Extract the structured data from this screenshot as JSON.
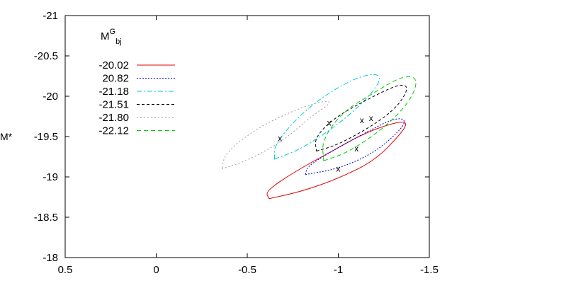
{
  "chart_data": {
    "type": "scatter",
    "title": "",
    "xlabel": "",
    "ylabel": "M*",
    "xlim": [
      0.5,
      -1.5
    ],
    "ylim": [
      -18,
      -21
    ],
    "x_ticks": [
      "0.5",
      "0",
      "-0.5",
      "-1",
      "-1.5"
    ],
    "x_tick_values": [
      0.5,
      0,
      -0.5,
      -1,
      -1.5
    ],
    "y_ticks": [
      "-18",
      "-18.5",
      "-19",
      "-19.5",
      "-20",
      "-20.5",
      "-21"
    ],
    "y_tick_values": [
      -18,
      -18.5,
      -19,
      -19.5,
      -20,
      -20.5,
      -21
    ],
    "grid": false,
    "legend_title": {
      "main": "M",
      "sup": "G",
      "sub": "bj"
    },
    "legend_position": "top-left",
    "series": [
      {
        "name": "-20.02",
        "color": "#e00000",
        "dash": "solid",
        "center": {
          "x": -1.1,
          "y": -19.35
        },
        "contour": [
          [
            -0.62,
            -18.73
          ],
          [
            -0.8,
            -18.82
          ],
          [
            -1.0,
            -18.98
          ],
          [
            -1.2,
            -19.2
          ],
          [
            -1.35,
            -19.55
          ],
          [
            -1.38,
            -19.68
          ],
          [
            -1.32,
            -19.68
          ],
          [
            -1.15,
            -19.55
          ],
          [
            -0.95,
            -19.3
          ],
          [
            -0.75,
            -19.05
          ],
          [
            -0.6,
            -18.82
          ],
          [
            -0.62,
            -18.73
          ]
        ]
      },
      {
        "name": "20.82",
        "color": "#0000e0",
        "dash": "2,2",
        "center": {
          "x": -1.0,
          "y": -19.1
        },
        "contour": [
          [
            -0.82,
            -19.03
          ],
          [
            -1.0,
            -19.1
          ],
          [
            -1.2,
            -19.3
          ],
          [
            -1.35,
            -19.6
          ],
          [
            -1.37,
            -19.72
          ],
          [
            -1.3,
            -19.72
          ],
          [
            -1.15,
            -19.55
          ],
          [
            -0.95,
            -19.3
          ],
          [
            -0.83,
            -19.13
          ],
          [
            -0.82,
            -19.03
          ]
        ]
      },
      {
        "name": "-21.18",
        "color": "#00c8d2",
        "dash": "7,3,2,3",
        "center": {
          "x": -0.68,
          "y": -19.48
        },
        "contour": [
          [
            -0.65,
            -19.22
          ],
          [
            -0.8,
            -19.35
          ],
          [
            -1.0,
            -19.65
          ],
          [
            -1.15,
            -19.95
          ],
          [
            -1.23,
            -20.18
          ],
          [
            -1.22,
            -20.28
          ],
          [
            -1.12,
            -20.25
          ],
          [
            -0.95,
            -20.05
          ],
          [
            -0.78,
            -19.75
          ],
          [
            -0.65,
            -19.4
          ],
          [
            -0.65,
            -19.22
          ]
        ]
      },
      {
        "name": "-21.51",
        "color": "#000000",
        "dash": "4,3",
        "center": {
          "x": -1.13,
          "y": -19.7
        },
        "contour": [
          [
            -0.88,
            -19.32
          ],
          [
            -1.0,
            -19.4
          ],
          [
            -1.2,
            -19.65
          ],
          [
            -1.33,
            -19.88
          ],
          [
            -1.39,
            -20.12
          ],
          [
            -1.33,
            -20.15
          ],
          [
            -1.15,
            -19.95
          ],
          [
            -0.97,
            -19.72
          ],
          [
            -0.87,
            -19.48
          ],
          [
            -0.88,
            -19.32
          ]
        ]
      },
      {
        "name": "-21.80",
        "color": "#9a9a9a",
        "dash": "2,3",
        "center": {
          "x": -0.95,
          "y": -19.67
        },
        "contour": [
          [
            -0.36,
            -19.1
          ],
          [
            -0.5,
            -19.2
          ],
          [
            -0.7,
            -19.45
          ],
          [
            -0.85,
            -19.75
          ],
          [
            -0.97,
            -19.93
          ],
          [
            -0.91,
            -19.94
          ],
          [
            -0.75,
            -19.82
          ],
          [
            -0.55,
            -19.6
          ],
          [
            -0.38,
            -19.3
          ],
          [
            -0.36,
            -19.1
          ]
        ]
      },
      {
        "name": "-22.12",
        "color": "#00c800",
        "dash": "6,4",
        "center": {
          "x": -1.18,
          "y": -19.73
        },
        "contour": [
          [
            -0.92,
            -19.2
          ],
          [
            -1.05,
            -19.3
          ],
          [
            -1.25,
            -19.6
          ],
          [
            -1.4,
            -19.95
          ],
          [
            -1.44,
            -20.23
          ],
          [
            -1.35,
            -20.25
          ],
          [
            -1.2,
            -20.05
          ],
          [
            -1.02,
            -19.8
          ],
          [
            -0.91,
            -19.45
          ],
          [
            -0.92,
            -19.2
          ]
        ]
      }
    ]
  }
}
